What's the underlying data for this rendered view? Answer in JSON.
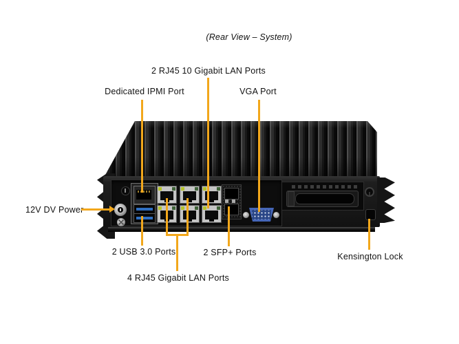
{
  "title": "(Rear View – System)",
  "labels": {
    "lan10g": "2 RJ45 10 Gigabit LAN Ports",
    "ipmi": "Dedicated IPMI Port",
    "vga": "VGA Port",
    "power": "12V DV Power",
    "usb": "2 USB 3.0 Ports",
    "sfp": "2 SFP+ Ports",
    "lan1g": "4 RJ45 Gigabit LAN Ports",
    "kensington": "Kensington Lock"
  },
  "colors": {
    "leader": "#F2A71B",
    "usb_blue": "#2F6FC1",
    "vga_blue": "#4566B8"
  }
}
